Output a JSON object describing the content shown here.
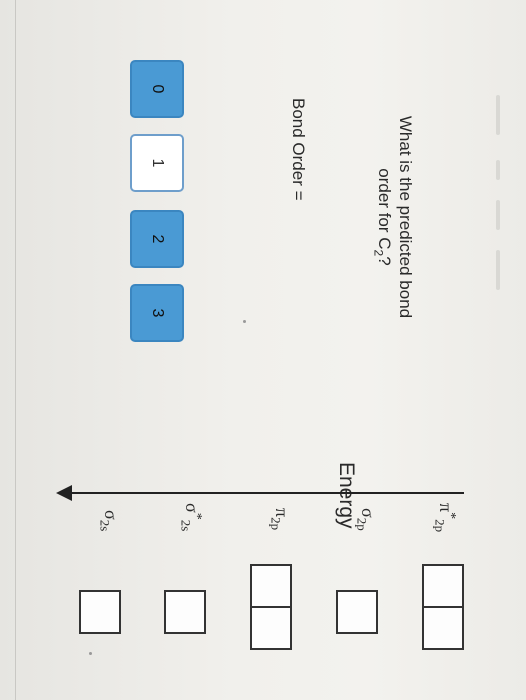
{
  "question": {
    "line1": "What is the predicted bond",
    "line2_prefix": "order for C",
    "line2_sub": "2",
    "line2_suffix": "?"
  },
  "bond_order": {
    "label": "Bond Order ="
  },
  "options": [
    {
      "label": "0",
      "selected": true
    },
    {
      "label": "1",
      "selected": false
    },
    {
      "label": "2",
      "selected": true
    },
    {
      "label": "3",
      "selected": true
    }
  ],
  "energy": {
    "label": "Energy"
  },
  "orbitals": {
    "pi_star_2p": {
      "symbol": "π",
      "sup": "*",
      "sub": "2p",
      "boxes": 2
    },
    "sigma_2p": {
      "symbol": "σ",
      "sub": "2p",
      "boxes": 1
    },
    "pi_2p": {
      "symbol": "π",
      "sub": "2p",
      "boxes": 2
    },
    "sigma_star_2s": {
      "symbol": "σ",
      "sup": "*",
      "sub": "2s",
      "boxes": 1
    },
    "sigma_2s": {
      "symbol": "σ",
      "sub": "2s",
      "boxes": 1
    }
  },
  "colors": {
    "selected_button": "#4a9ad4",
    "button_border": "#6e9ecb"
  }
}
